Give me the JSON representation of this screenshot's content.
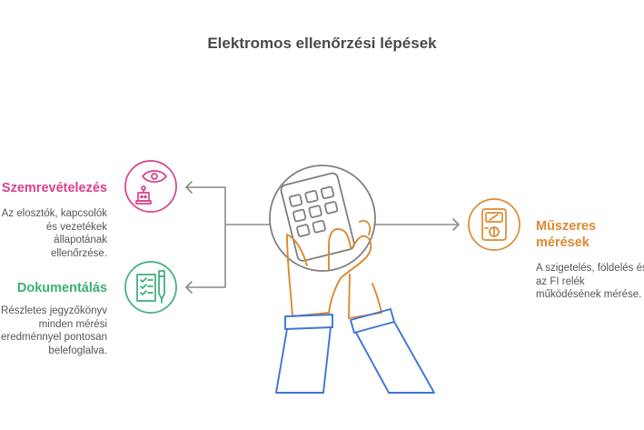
{
  "title": "Elektromos ellenőrzési lépések",
  "colors": {
    "pink": "#d8408f",
    "green": "#3aaf77",
    "orange": "#dc8a2f",
    "blue": "#3d75d6",
    "gray": "#808080"
  },
  "icons": {
    "center": "hand-calculator-icon",
    "inspection": "eye-robot-icon",
    "documentation": "checklist-pen-icon",
    "measurement": "multimeter-icon"
  },
  "steps": {
    "inspection": {
      "heading": "Szemrevételezés",
      "desc": [
        "Az elosztók, kapcsolók",
        "és vezetékek",
        "állapotának ellenőrzése."
      ]
    },
    "documentation": {
      "heading": "Dokumentálás",
      "desc": [
        "Részletes jegyzőkönyv",
        "minden mérési",
        "eredménnyel pontosan",
        "belefoglalva."
      ]
    },
    "measurement": {
      "heading": [
        "Műszeres",
        "mérések"
      ],
      "desc": [
        "A szigetelés, földelés és",
        "az FI relék",
        "működésének mérése."
      ]
    }
  }
}
